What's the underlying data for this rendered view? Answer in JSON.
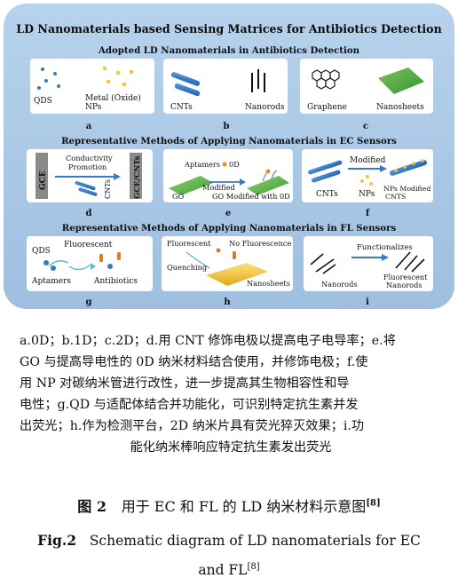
{
  "figure": {
    "title": "LD Nanomaterials based Sensing Matrices for Antibiotics Detection",
    "section1_title": "Adopted LD Nanomaterials in Antibiotics Detection",
    "section2_title": "Representative Methods of Applying Nanomaterials in EC Sensors",
    "section3_title": "Representative Methods of Applying Nanomaterials in FL Sensors",
    "panels": {
      "a": {
        "letter": "a",
        "label1": "QDS",
        "label2": "Metal (Oxide)",
        "label3": "NPs"
      },
      "b": {
        "letter": "b",
        "label1": "CNTs",
        "label2": "Nanorods"
      },
      "c": {
        "letter": "c",
        "label1": "Graphene",
        "label2": "Nanosheets"
      },
      "d": {
        "letter": "d",
        "label1": "GCE",
        "label2": "Conductivity",
        "label3": "Promotion",
        "label4": "CNTs",
        "label5": "GCE/CNTs"
      },
      "e": {
        "letter": "e",
        "label1": "Aptamers",
        "label2": "0D",
        "label3": "GO",
        "label4": "Modified",
        "label5": "GO Modified with 0D"
      },
      "f": {
        "letter": "f",
        "label1": "Modified",
        "label2": "CNTs",
        "label3": "NPs",
        "label4": "NPs Modified",
        "label5": "CNTS"
      },
      "g": {
        "letter": "g",
        "label1": "QDS",
        "label2": "Fluorescent",
        "label3": "Aptamers",
        "label4": "Antibiotics"
      },
      "h": {
        "letter": "h",
        "label1": "Fluorescent",
        "label2": "No Fluorescence",
        "label3": "Quenching",
        "label4": "Nanosheets"
      },
      "i": {
        "letter": "i",
        "label1": "Functionalizes",
        "label2": "Nanorods",
        "label3": "Fluorescent",
        "label4": "Nanorods"
      }
    }
  },
  "caption": {
    "line1": "a.0D；b.1D；c.2D；d.用 CNT 修饰电极以提高电子电导率；e.将",
    "line2": "GO 与提高导电性的 0D 纳米材料结合使用，并修饰电极；f.使",
    "line3": "用 NP 对碳纳米管进行改性，进一步提高其生物相容性和导",
    "line4": "电性；g.QD 与适配体结合并功能化，可识别特定抗生素并发",
    "line5": "出荧光；h.作为检测平台，2D 纳米片具有荧光猝灭效果；i.功",
    "line6": "能化纳米棒响应特定抗生素发出荧光",
    "zh_label": "图 2",
    "zh_text": "用于 EC 和 FL 的 LD 纳米材料示意图",
    "zh_ref": "[8]",
    "en_label": "Fig.2",
    "en_text": "Schematic diagram of LD nanomaterials for EC and FL",
    "en_ref": "[8]"
  },
  "colors": {
    "outer_bg": "#a9c6e4",
    "panel_bg": "#ffffff",
    "accent_blue": "#3a78c2",
    "nano_yellow": "#f2c733",
    "sheet_green": "#5cb85c"
  }
}
